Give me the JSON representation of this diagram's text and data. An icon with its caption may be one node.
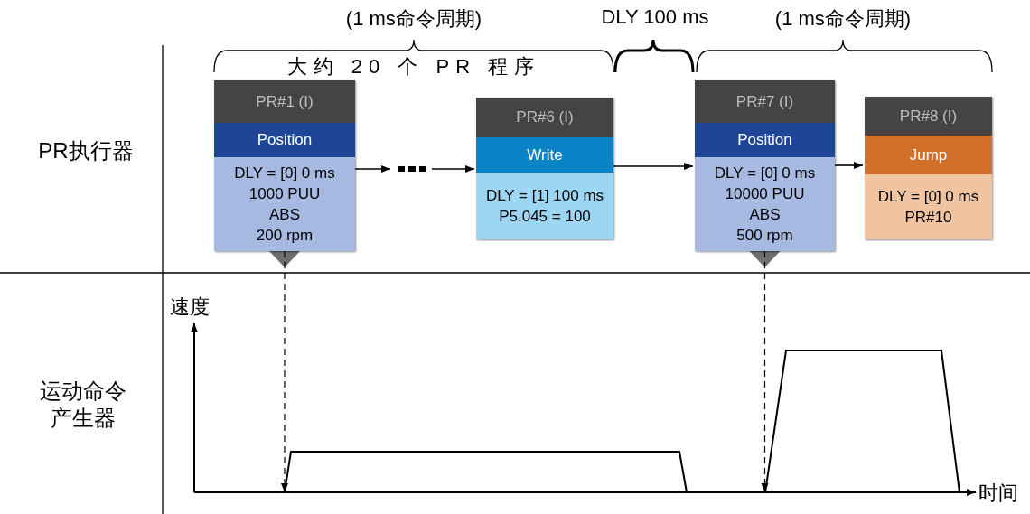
{
  "diagram": {
    "nodes": [
      {
        "text": [
          "PR#1 (I)",
          "Position",
          "DLY = [0] 0 ms",
          "1000 PUU",
          "ABS",
          "200 rpm"
        ]
      },
      {
        "text": [],
        "shape": "dots"
      },
      {
        "text": [
          "PR#6 (I)",
          "Write",
          "DLY = [1] 100 ms",
          "P5.045 = 100"
        ]
      },
      {
        "text": [
          "PR#7 (I)",
          "Position",
          "DLY = [0] 0 ms",
          "10000 PUU",
          "ABS",
          "500 rpm"
        ]
      },
      {
        "text": [
          "PR#8 (I)",
          "Jump",
          "DLY = [0] 0 ms",
          "PR#10"
        ]
      }
    ],
    "edges": [
      {
        "from": 0,
        "to": 1,
        "arrow": "to"
      },
      {
        "from": 1,
        "to": 2,
        "arrow": "to"
      },
      {
        "from": 2,
        "to": 3,
        "arrow": "to"
      },
      {
        "from": 3,
        "to": 4,
        "arrow": "to"
      },
      {
        "from": 0,
        "to": null,
        "arrow": "to",
        "style": "dashed"
      },
      {
        "from": 3,
        "to": null,
        "arrow": "to",
        "style": "dashed"
      }
    ],
    "labels": [
      "(1 ms命令周期)",
      "DLY 100 ms",
      "(1 ms命令周期)",
      "大约 20 个 PR 程序",
      "PR执行器",
      "运动命令产生器",
      "速度",
      "时间"
    ]
  }
}
